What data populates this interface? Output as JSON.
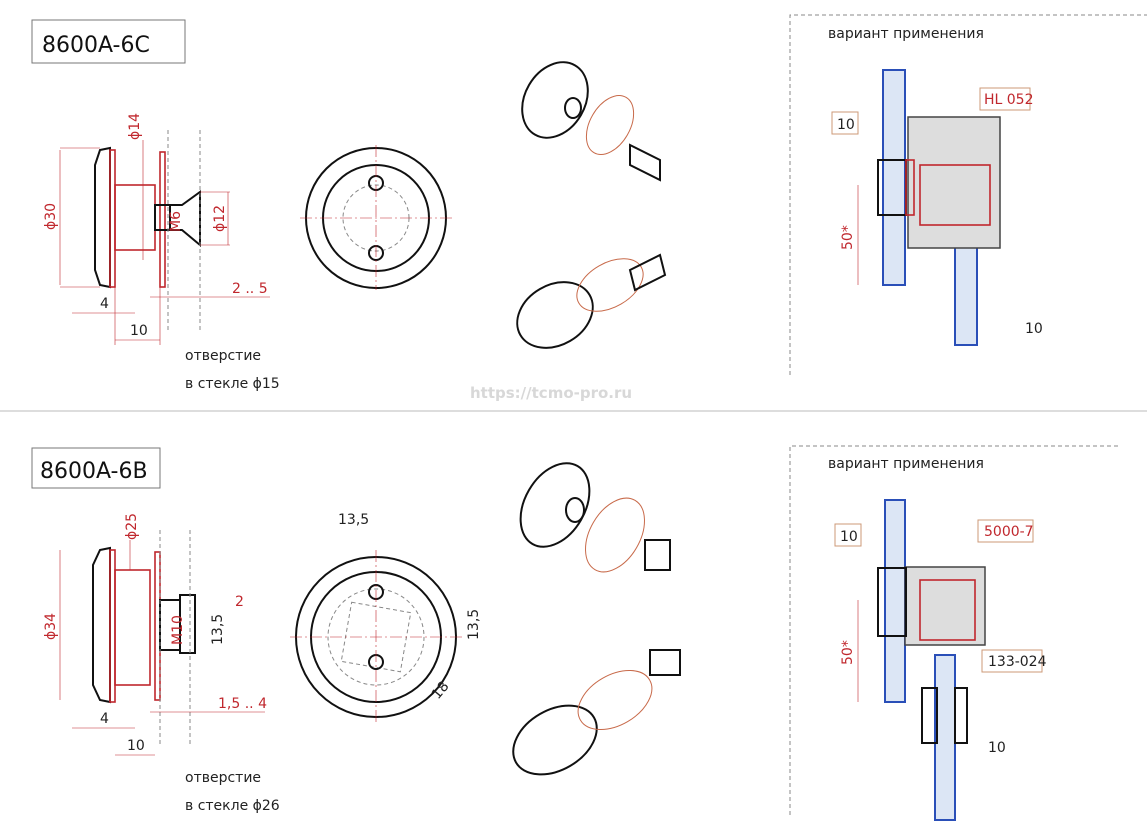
{
  "watermark": "https://tcmo-pro.ru",
  "top": {
    "model": "8600A-6C",
    "dims": {
      "d14": "ϕ14",
      "d30": "ϕ30",
      "m6": "M6",
      "d12": "ϕ12",
      "range": "2 .. 5",
      "w4": "4",
      "w10": "10"
    },
    "hole_line1": "отверстие",
    "hole_line2": "в стекле ϕ15",
    "application": {
      "title": "вариант применения",
      "part": "HL 052",
      "glass": "10",
      "height": "50*",
      "glass2": "10"
    }
  },
  "bottom": {
    "model": "8600A-6B",
    "dims": {
      "d25": "ϕ25",
      "d34": "ϕ34",
      "m10": "M10",
      "sq": "13,5",
      "two": "2",
      "range": "1,5 .. 4",
      "w4": "4",
      "w10": "10",
      "top_sq": "13,5",
      "side_sq": "13,5",
      "diag": "18"
    },
    "hole_line1": "отверстие",
    "hole_line2": "в стекле ϕ26",
    "application": {
      "title": "вариант применения",
      "part1": "5000-7",
      "part2": "133-024",
      "glass": "10",
      "height": "50*",
      "glass2": "10"
    }
  },
  "colors": {
    "dimension": "#c0272d",
    "glass": "#2a4fb8",
    "outline": "#111111"
  }
}
